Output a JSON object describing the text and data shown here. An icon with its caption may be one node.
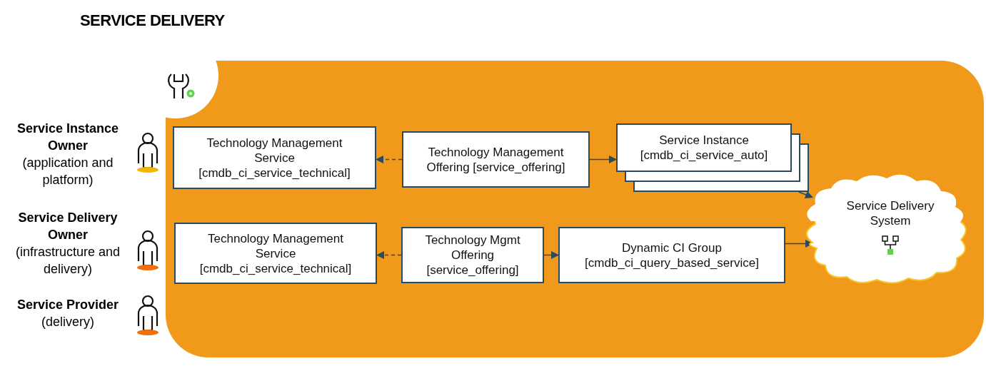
{
  "diagram": {
    "title": "SERVICE DELIVERY",
    "nodes": [
      {
        "text": [
          "Technology Management Service [cmdb_ci_service_technical]"
        ]
      },
      {
        "text": [
          "Technology Management Offering [service_offering]"
        ]
      },
      {
        "text": [
          "Service Instance [cmdb_ci_service_auto]"
        ]
      },
      {
        "text": [
          "Service Delivery System"
        ]
      },
      {
        "text": [
          "Technology Management Service [cmdb_ci_service_technical]"
        ]
      },
      {
        "text": [
          "Technology Mgmt Offering [service_offering]"
        ]
      },
      {
        "text": [
          "Dynamic CI Group [cmdb_ci_query_based_service]"
        ]
      }
    ],
    "edges": [
      {
        "from": 1,
        "to": 0,
        "arrow": "to",
        "style": "dashed"
      },
      {
        "from": 1,
        "to": 2,
        "arrow": "to"
      },
      {
        "from": 2,
        "to": 3,
        "arrow": "to"
      },
      {
        "from": 5,
        "to": 4,
        "arrow": "to",
        "style": "dashed"
      },
      {
        "from": 5,
        "to": 6,
        "arrow": "to"
      },
      {
        "from": 6,
        "to": 3,
        "arrow": "to"
      }
    ],
    "labels": [
      "Service Instance Owner",
      "(application and platform)",
      "Service Delivery Owner",
      "(infrastructure and delivery)",
      "Service Provider",
      "(delivery)"
    ]
  }
}
